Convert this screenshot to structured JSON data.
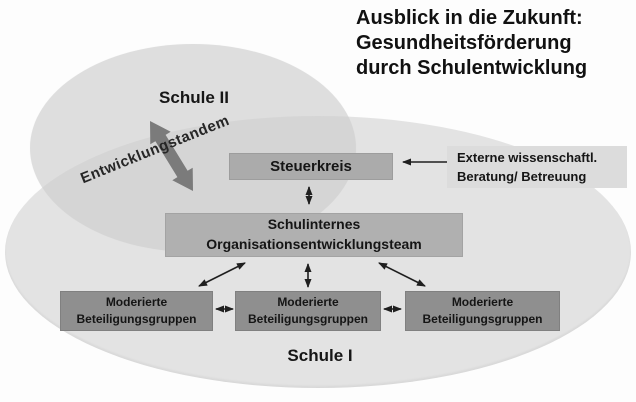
{
  "title": {
    "line1": "Ausblick in die Zukunft:",
    "line2": "Gesundheitsförderung",
    "line3": "durch Schulentwicklung"
  },
  "labels": {
    "school2": "Schule II",
    "school1": "Schule I",
    "tandem": "Entwicklungstandem"
  },
  "boxes": {
    "steuerkreis": {
      "label": "Steuerkreis"
    },
    "team": {
      "line1": "Schulinternes",
      "line2": "Organisationsentwicklungsteam"
    },
    "external": {
      "line1": "Externe wissenschaftl.",
      "line2": "Beratung/ Betreuung"
    },
    "groups": [
      {
        "line1": "Moderierte",
        "line2": "Beteiligungsgruppen"
      },
      {
        "line1": "Moderierte",
        "line2": "Beteiligungsgruppen"
      },
      {
        "line1": "Moderierte",
        "line2": "Beteiligungsgruppen"
      }
    ]
  },
  "colors": {
    "page_bg": "#fdfdfd",
    "box_medium": "#ababab",
    "box_team": "#b0b0b0",
    "box_dark": "#8f8f8f",
    "box_light": "#dcdcdc",
    "arrow_thick": "#7b7b7b",
    "arrow_thin": "#1f1f1f",
    "ellipse_school2": "rgba(192,192,192,0.50)",
    "ellipse_school1": "rgba(206,206,206,0.55)",
    "text_dark": "#1a1a1a"
  }
}
